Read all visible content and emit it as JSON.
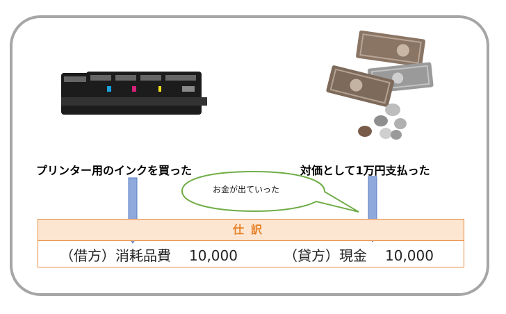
{
  "labels": {
    "left": "プリンター用のインクを買った",
    "right": "対価として1万円支払った"
  },
  "bubble": {
    "text": "お金が出ていった"
  },
  "journal": {
    "header": "仕訳",
    "debit": {
      "side": "（借方）",
      "account": "消耗品費",
      "amount": "10,000"
    },
    "credit": {
      "side": "（貸方）",
      "account": "現金",
      "amount": "10,000"
    }
  },
  "colors": {
    "arrow": "#8ea9db",
    "journal_border": "#e6893b",
    "journal_header_bg": "#fce6d2",
    "bubble_stroke": "#70ad47"
  },
  "icons": {
    "left_image": "ink-cartridges-icon",
    "right_image": "cash-money-icon"
  }
}
